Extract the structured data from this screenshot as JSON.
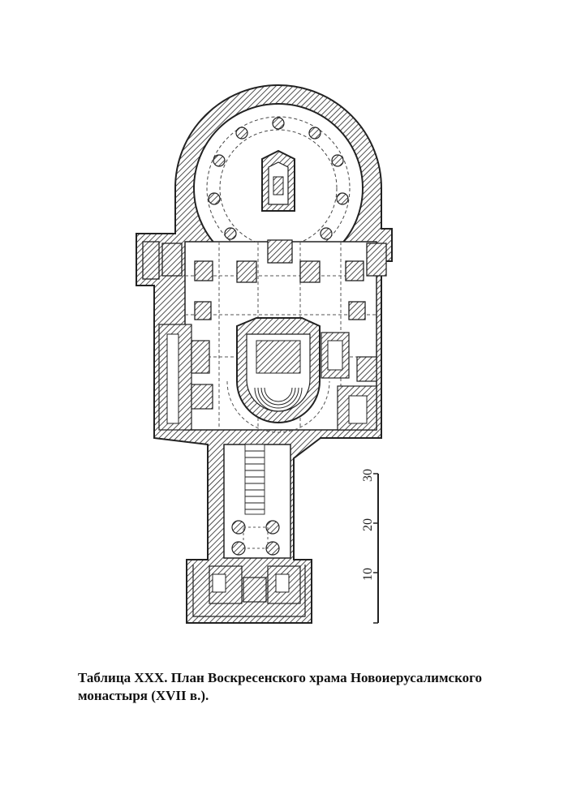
{
  "caption": {
    "line1": "Таблица XXX. План Воскресенского храма Новоиерусалимского",
    "line2": "монастыря (XVII в.)."
  },
  "scale_bar": {
    "ticks": [
      "10",
      "20",
      "30"
    ]
  },
  "colors": {
    "ink": "#222222",
    "paper": "#ffffff"
  }
}
